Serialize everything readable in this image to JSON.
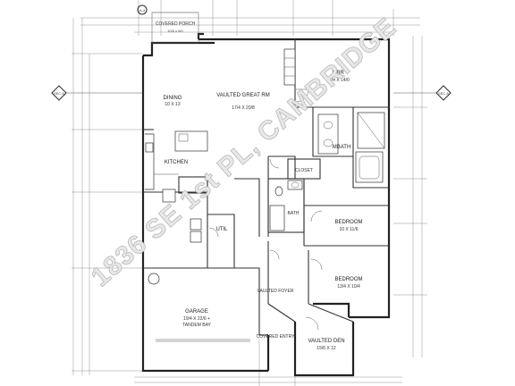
{
  "watermark": "1836 SE 1st PL, CAMBRIDGE",
  "sections": {
    "left": "SEC A",
    "right": "SEC A",
    "top": "A-4"
  },
  "rooms": {
    "porch": {
      "title": "COVERED PORCH",
      "size": "10/6 x 6/0"
    },
    "dining": {
      "title": "DINING",
      "size": "10 X 13"
    },
    "great_room": {
      "title": "VAULTED GREAT RM",
      "size": "17/4 X 20/8"
    },
    "mbr": {
      "title": "MBR",
      "size": "15/4 X 14/0"
    },
    "mbath": {
      "title": "MBATH"
    },
    "kitchen": {
      "title": "KITCHEN"
    },
    "closet": {
      "title": "CLOSET"
    },
    "bath": {
      "title": "BATH"
    },
    "util": {
      "title": "UTIL"
    },
    "bedroom1": {
      "title": "BEDROOM",
      "size": "10 X 11/6"
    },
    "bedroom2": {
      "title": "BEDROOM",
      "size": "13/4 X 10/4"
    },
    "foyer": {
      "title": "VAULTED FOYER"
    },
    "garage": {
      "title": "GARAGE",
      "size": "19/4 X 22/6 +",
      "note": "TANDEM BAY"
    },
    "entry": {
      "title": "COVERED ENTRY"
    },
    "den": {
      "title": "VAULTED DEN",
      "size": "15/6 X 12"
    }
  }
}
